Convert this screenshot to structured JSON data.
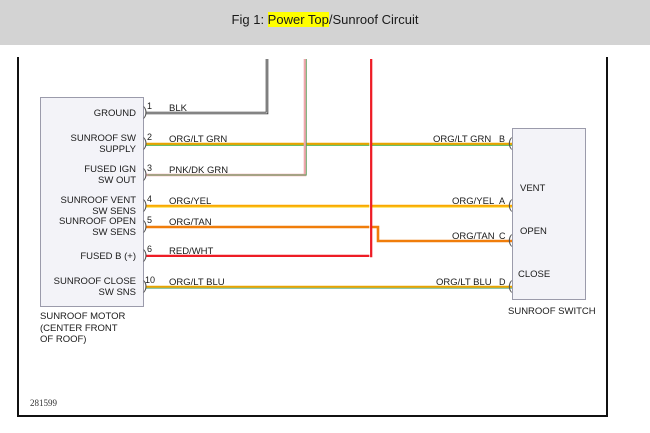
{
  "header": {
    "title_prefix": "Fig 1: ",
    "title_highlight": "Power Top",
    "title_suffix": "/Sunroof Circuit",
    "highlight_color": "#ffff00",
    "band_color": "#d3d3d3"
  },
  "figure_id": "281599",
  "motor": {
    "caption": "SUNROOF MOTOR\n(CENTER FRONT\nOF ROOF)",
    "box_fill": "#f3f3f8",
    "box_border": "#9b9bab",
    "pins": [
      {
        "pin": "1",
        "label": "GROUND",
        "wire": "BLK",
        "color": "#3a3a3a",
        "stripe": "#ffffff"
      },
      {
        "pin": "2",
        "label": "SUNROOF SW\nSUPPLY",
        "wire": "ORG/LT GRN",
        "color": "#e8a400",
        "stripe": "#6abf69"
      },
      {
        "pin": "3",
        "label": "FUSED IGN\nSW OUT",
        "wire": "PNK/DK GRN",
        "color": "#f0a7ad",
        "stripe": "#5b9e5b"
      },
      {
        "pin": "4",
        "label": "SUNROOF VENT\nSW SENS",
        "wire": "ORG/YEL",
        "color": "#f9a800",
        "stripe": "#ffe14d"
      },
      {
        "pin": "5",
        "label": "SUNROOF OPEN\nSW SENS",
        "wire": "ORG/TAN",
        "color": "#f07d0a",
        "stripe": "#d9b98c"
      },
      {
        "pin": "6",
        "label": "FUSED B (+)",
        "wire": "RED/WHT",
        "color": "#ee1c25",
        "stripe": "#ffffff"
      },
      {
        "pin": "10",
        "label": "SUNROOF CLOSE\nSW SNS",
        "wire": "ORG/LT BLU",
        "color": "#e8a400",
        "stripe": "#7fbf9f"
      }
    ]
  },
  "switch": {
    "caption": "SUNROOF SWITCH",
    "box_fill": "#f3f3f8",
    "box_border": "#9b9bab",
    "terminals": [
      {
        "id": "B",
        "wire": "ORG/LT GRN"
      },
      {
        "id": "A",
        "wire": "ORG/YEL"
      },
      {
        "id": "C",
        "wire": "ORG/TAN"
      },
      {
        "id": "D",
        "wire": "ORG/LT BLU"
      }
    ],
    "positions": [
      "VENT",
      "OPEN",
      "CLOSE"
    ]
  }
}
